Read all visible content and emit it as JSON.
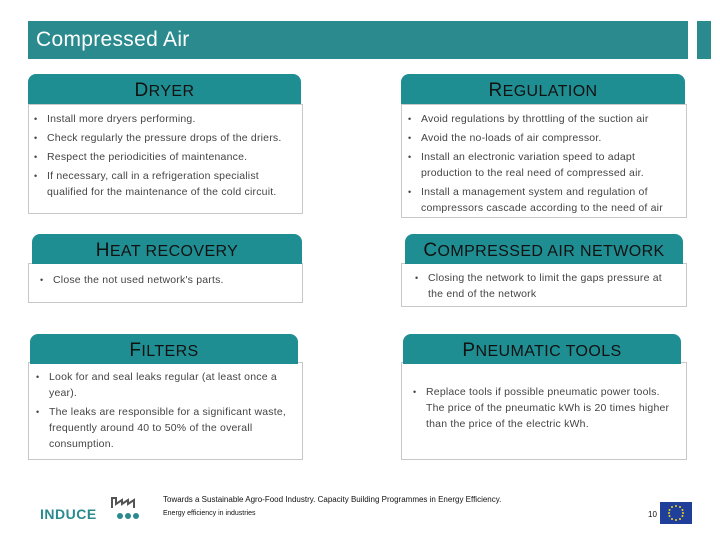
{
  "slide": {
    "title": "Compressed Air",
    "sections": {
      "dryer": {
        "heading": "Dryer",
        "items": [
          "Install more dryers performing.",
          "Check regularly the pressure drops of the driers.",
          "Respect the periodicities of maintenance.",
          "If necessary, call in a refrigeration specialist qualified for the maintenance of the cold circuit."
        ]
      },
      "regulation": {
        "heading": "Regulation",
        "items": [
          "Avoid regulations by throttling of the suction air",
          "Avoid the no-loads of air compressor.",
          "Install an electronic variation speed to adapt production to the real need of compressed air.",
          "Install a management system and regulation of compressors cascade according to the need of air"
        ]
      },
      "heat_recovery": {
        "heading": "Heat Recovery",
        "items": [
          "Close the not used network's parts."
        ]
      },
      "network": {
        "heading": "Compressed Air Network",
        "items": [
          "Closing the network to limit the gaps pressure at the end of the network"
        ]
      },
      "filters": {
        "heading": "Filters",
        "items": [
          "Look for and seal leaks regular (at least once a year).",
          "The leaks are responsible for a significant waste, frequently around 40 to 50% of the overall consumption."
        ]
      },
      "pneumatic_tools": {
        "heading": "Pneumatic Tools",
        "items": [
          "Replace tools if possible pneumatic power tools. The price of the pneumatic kWh is 20 times higher than the price of the electric kWh."
        ]
      }
    }
  },
  "footer": {
    "tagline": "Towards a Sustainable Agro-Food Industry. Capacity Building Programmes in Energy Efficiency.",
    "subtitle": "Energy efficiency in industries",
    "logo": "INDUCE",
    "page_number": "10"
  },
  "colors": {
    "accent": "#2a8a8e",
    "tab": "#1f8e92"
  }
}
